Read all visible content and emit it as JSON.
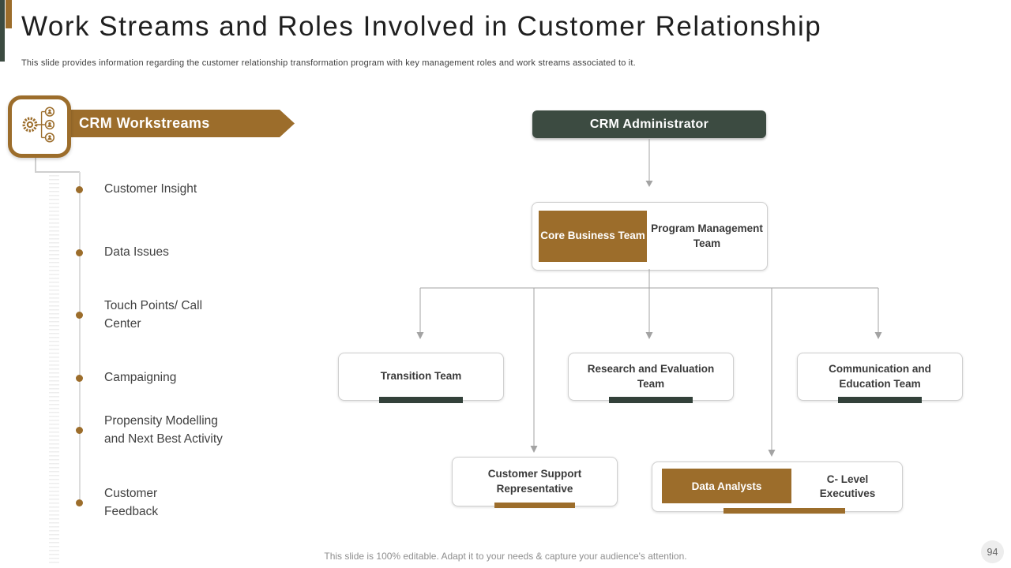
{
  "slide": {
    "title": "Work Streams and Roles Involved in Customer Relationship",
    "subtitle": "This slide provides information regarding the customer relationship transformation program with key management roles and work streams associated to it.",
    "footer_note": "This slide is 100% editable. Adapt it to your needs & capture your audience's attention.",
    "page_number": "94"
  },
  "colors": {
    "accent_brown": "#9C6D2B",
    "accent_dark_green": "#3C4B41",
    "underline_dark": "#33413A",
    "connector_gray": "#A3A3A3"
  },
  "workstreams_panel": {
    "icon": "org-chart-icon",
    "banner_label": "CRM Workstreams",
    "items": [
      {
        "label": "Customer Insight"
      },
      {
        "label": "Data Issues"
      },
      {
        "label": "Touch Points/ Call Center"
      },
      {
        "label": "Campaigning"
      },
      {
        "label": "Propensity Modelling and Next Best Activity"
      },
      {
        "label": "Customer Feedback"
      }
    ]
  },
  "org_chart": {
    "root_label": "CRM Administrator",
    "core_team_label": "Core Business Team",
    "program_team_label": "Program Management Team",
    "transition_label": "Transition Team",
    "research_label": "Research and Evaluation Team",
    "communication_label": "Communication and Education Team",
    "support_label": "Customer Support Representative",
    "data_analysts_label": "Data Analysts",
    "c_level_label": "C- Level Executives"
  }
}
